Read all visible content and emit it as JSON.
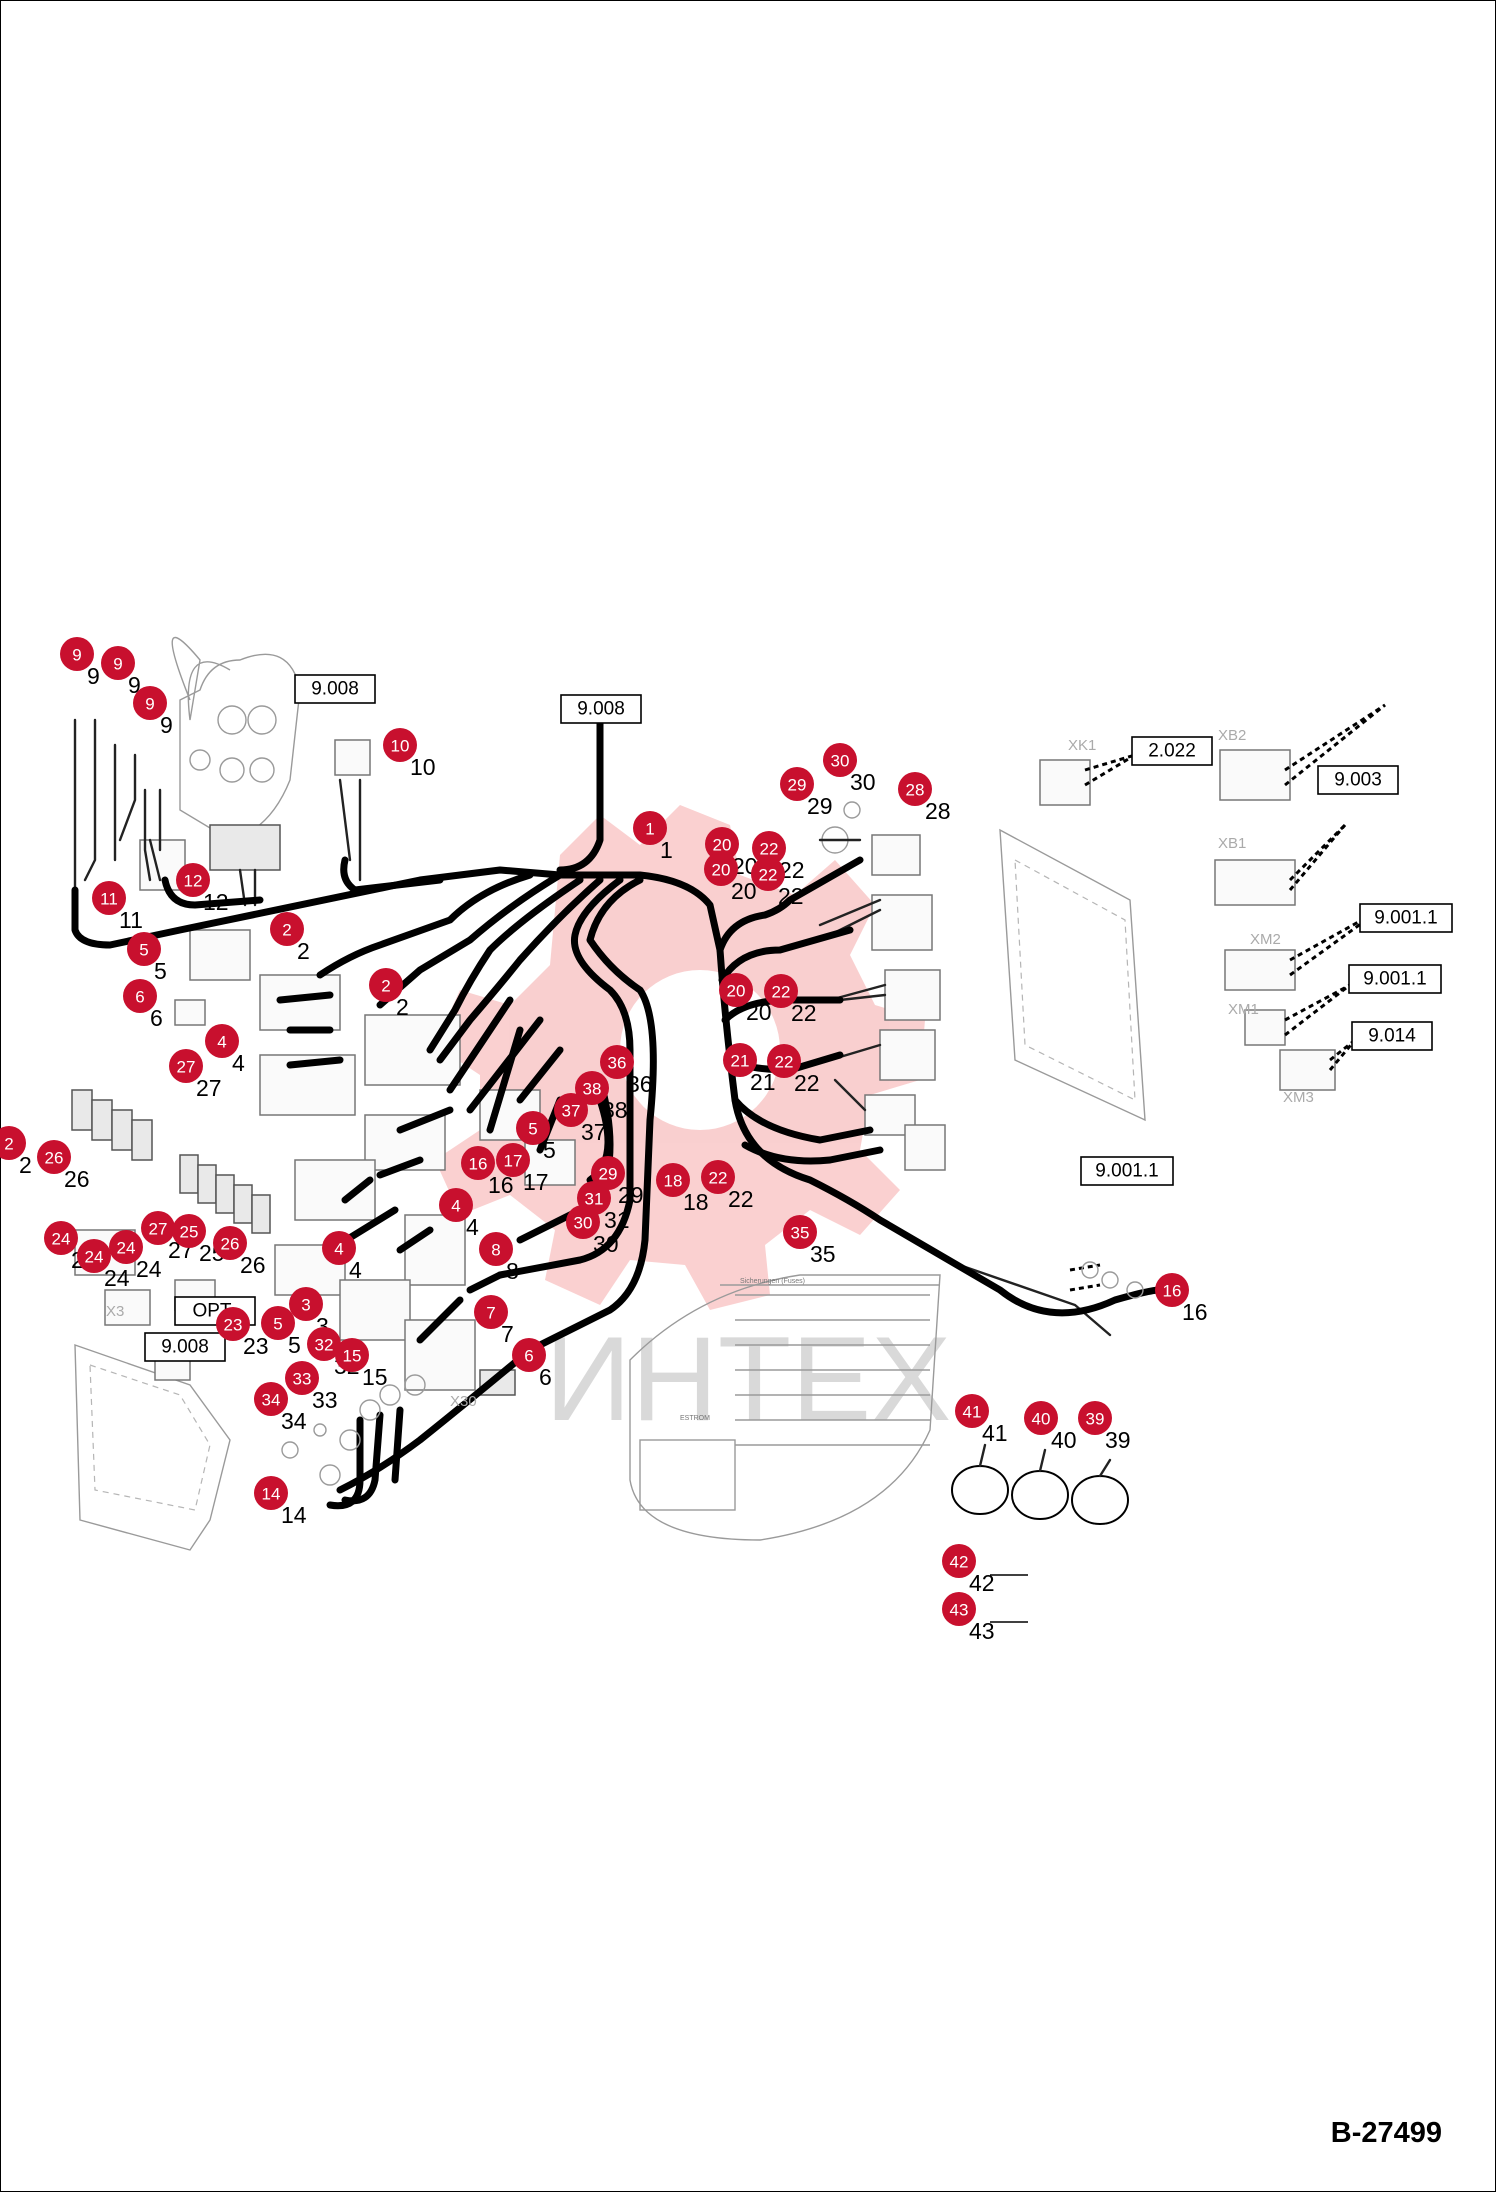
{
  "drawing_code": "B-27499",
  "watermark_text": "ИНТЕХ",
  "reference_boxes": [
    "9.008",
    "9.008",
    "2.022",
    "9.003",
    "9.001.1",
    "9.001.1",
    "9.014",
    "9.001.1",
    "9.008",
    "OPT"
  ],
  "connector_labels": [
    "XK1",
    "XB2",
    "XB1",
    "XM2",
    "XM1",
    "XM3",
    "X30",
    "X3"
  ],
  "fuse_chart": {
    "title": "Sicherungen (Fuses)",
    "heading": "ESTROM"
  },
  "colors": {
    "marker": "#c8102e",
    "wire": "#000000",
    "watermark": "#f7b8b8"
  },
  "callouts": [
    "1",
    "2",
    "2",
    "2",
    "4",
    "4",
    "4",
    "5",
    "5",
    "5",
    "6",
    "6",
    "7",
    "8",
    "9",
    "9",
    "9",
    "10",
    "11",
    "12",
    "14",
    "15",
    "16",
    "16",
    "17",
    "18",
    "20",
    "20",
    "21",
    "22",
    "22",
    "22",
    "22",
    "22",
    "23",
    "24",
    "24",
    "24",
    "25",
    "26",
    "26",
    "27",
    "27",
    "28",
    "29",
    "29",
    "30",
    "30",
    "31",
    "32",
    "33",
    "34",
    "35",
    "36",
    "37",
    "38",
    "39",
    "40",
    "41",
    "42",
    "43"
  ]
}
